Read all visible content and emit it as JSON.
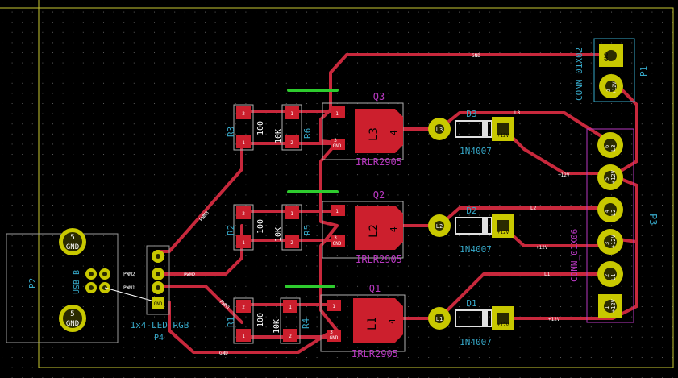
{
  "colors": {
    "background": "#000000",
    "grid": "#4a4a4a",
    "edge": "#c8c832",
    "trace": "#c8283c",
    "trace_top": "#2ecc2e",
    "pad": "#c8c800",
    "pad_hole": "#2a2a00",
    "smd_pad": "#cc1f2d",
    "silk_ref": "#36a8c8",
    "silk_val": "#b838c0",
    "label": "#ffffff"
  },
  "nets": {
    "gnd": "GND",
    "pwm3": "PWM3",
    "pwm2": "PWM2",
    "pwm1": "PWM1",
    "l1": "L1",
    "l2": "L2",
    "l3": "L3",
    "v12": "+12V"
  },
  "components": {
    "p2": {
      "ref": "P2",
      "value": "USB_B",
      "pad_top": "5",
      "pad_top_net": "GND",
      "pad_bottom": "5",
      "pad_bottom_net": "GND"
    },
    "p4": {
      "ref": "P4",
      "value": "1x4-LED_RGB",
      "pin4_net": "GND"
    },
    "p1": {
      "ref": "P1",
      "value": "CONN_01X02",
      "pin1_net": "GND",
      "pin2": "2",
      "pin2_net": "+12V"
    },
    "p3": {
      "ref": "P3",
      "value": "CONN_01X06",
      "pins": [
        {
          "num": "6",
          "net": "L3"
        },
        {
          "num": "5",
          "net": "+12V"
        },
        {
          "num": "4",
          "net": "L2"
        },
        {
          "num": "3",
          "net": "+12V"
        },
        {
          "num": "2",
          "net": "L1"
        },
        {
          "num": "1",
          "net": "+12V"
        }
      ]
    },
    "q3": {
      "ref": "Q3",
      "value": "IRLR2905",
      "pad_big": "L3",
      "pin4": "4",
      "pin1": "1",
      "pin3": "3",
      "pin3_net": "GND"
    },
    "q2": {
      "ref": "Q2",
      "value": "IRLR2905",
      "pad_big": "L2",
      "pin4": "4",
      "pin1": "1",
      "pin3": "3",
      "pin3_net": "GND"
    },
    "q1": {
      "ref": "Q1",
      "value": "IRLR2905",
      "pad_big": "L1",
      "pin4": "4",
      "pin1": "1",
      "pin3": "3",
      "pin3_net": "GND"
    },
    "r3": {
      "ref": "R3",
      "value": "100",
      "pin1": "1",
      "pin2": "2"
    },
    "r2": {
      "ref": "R2",
      "value": "100",
      "pin1": "1",
      "pin2": "2"
    },
    "r1": {
      "ref": "R1",
      "value": "100",
      "pin1": "1",
      "pin2": "2"
    },
    "r6": {
      "ref": "R6",
      "value": "10K",
      "pin1": "1",
      "pin2": "2"
    },
    "r5": {
      "ref": "R5",
      "value": "10K",
      "pin1": "1",
      "pin2": "2"
    },
    "r4": {
      "ref": "R4",
      "value": "10K",
      "pin1": "1",
      "pin2": "2"
    },
    "d3": {
      "ref": "D3",
      "value": "1N4007",
      "anode": "L3",
      "cathode": "+12V"
    },
    "d2": {
      "ref": "D2",
      "value": "1N4007",
      "anode": "L2",
      "cathode": "+12V"
    },
    "d1": {
      "ref": "D1",
      "value": "1N4007",
      "anode": "L1",
      "cathode": "+12V"
    }
  }
}
